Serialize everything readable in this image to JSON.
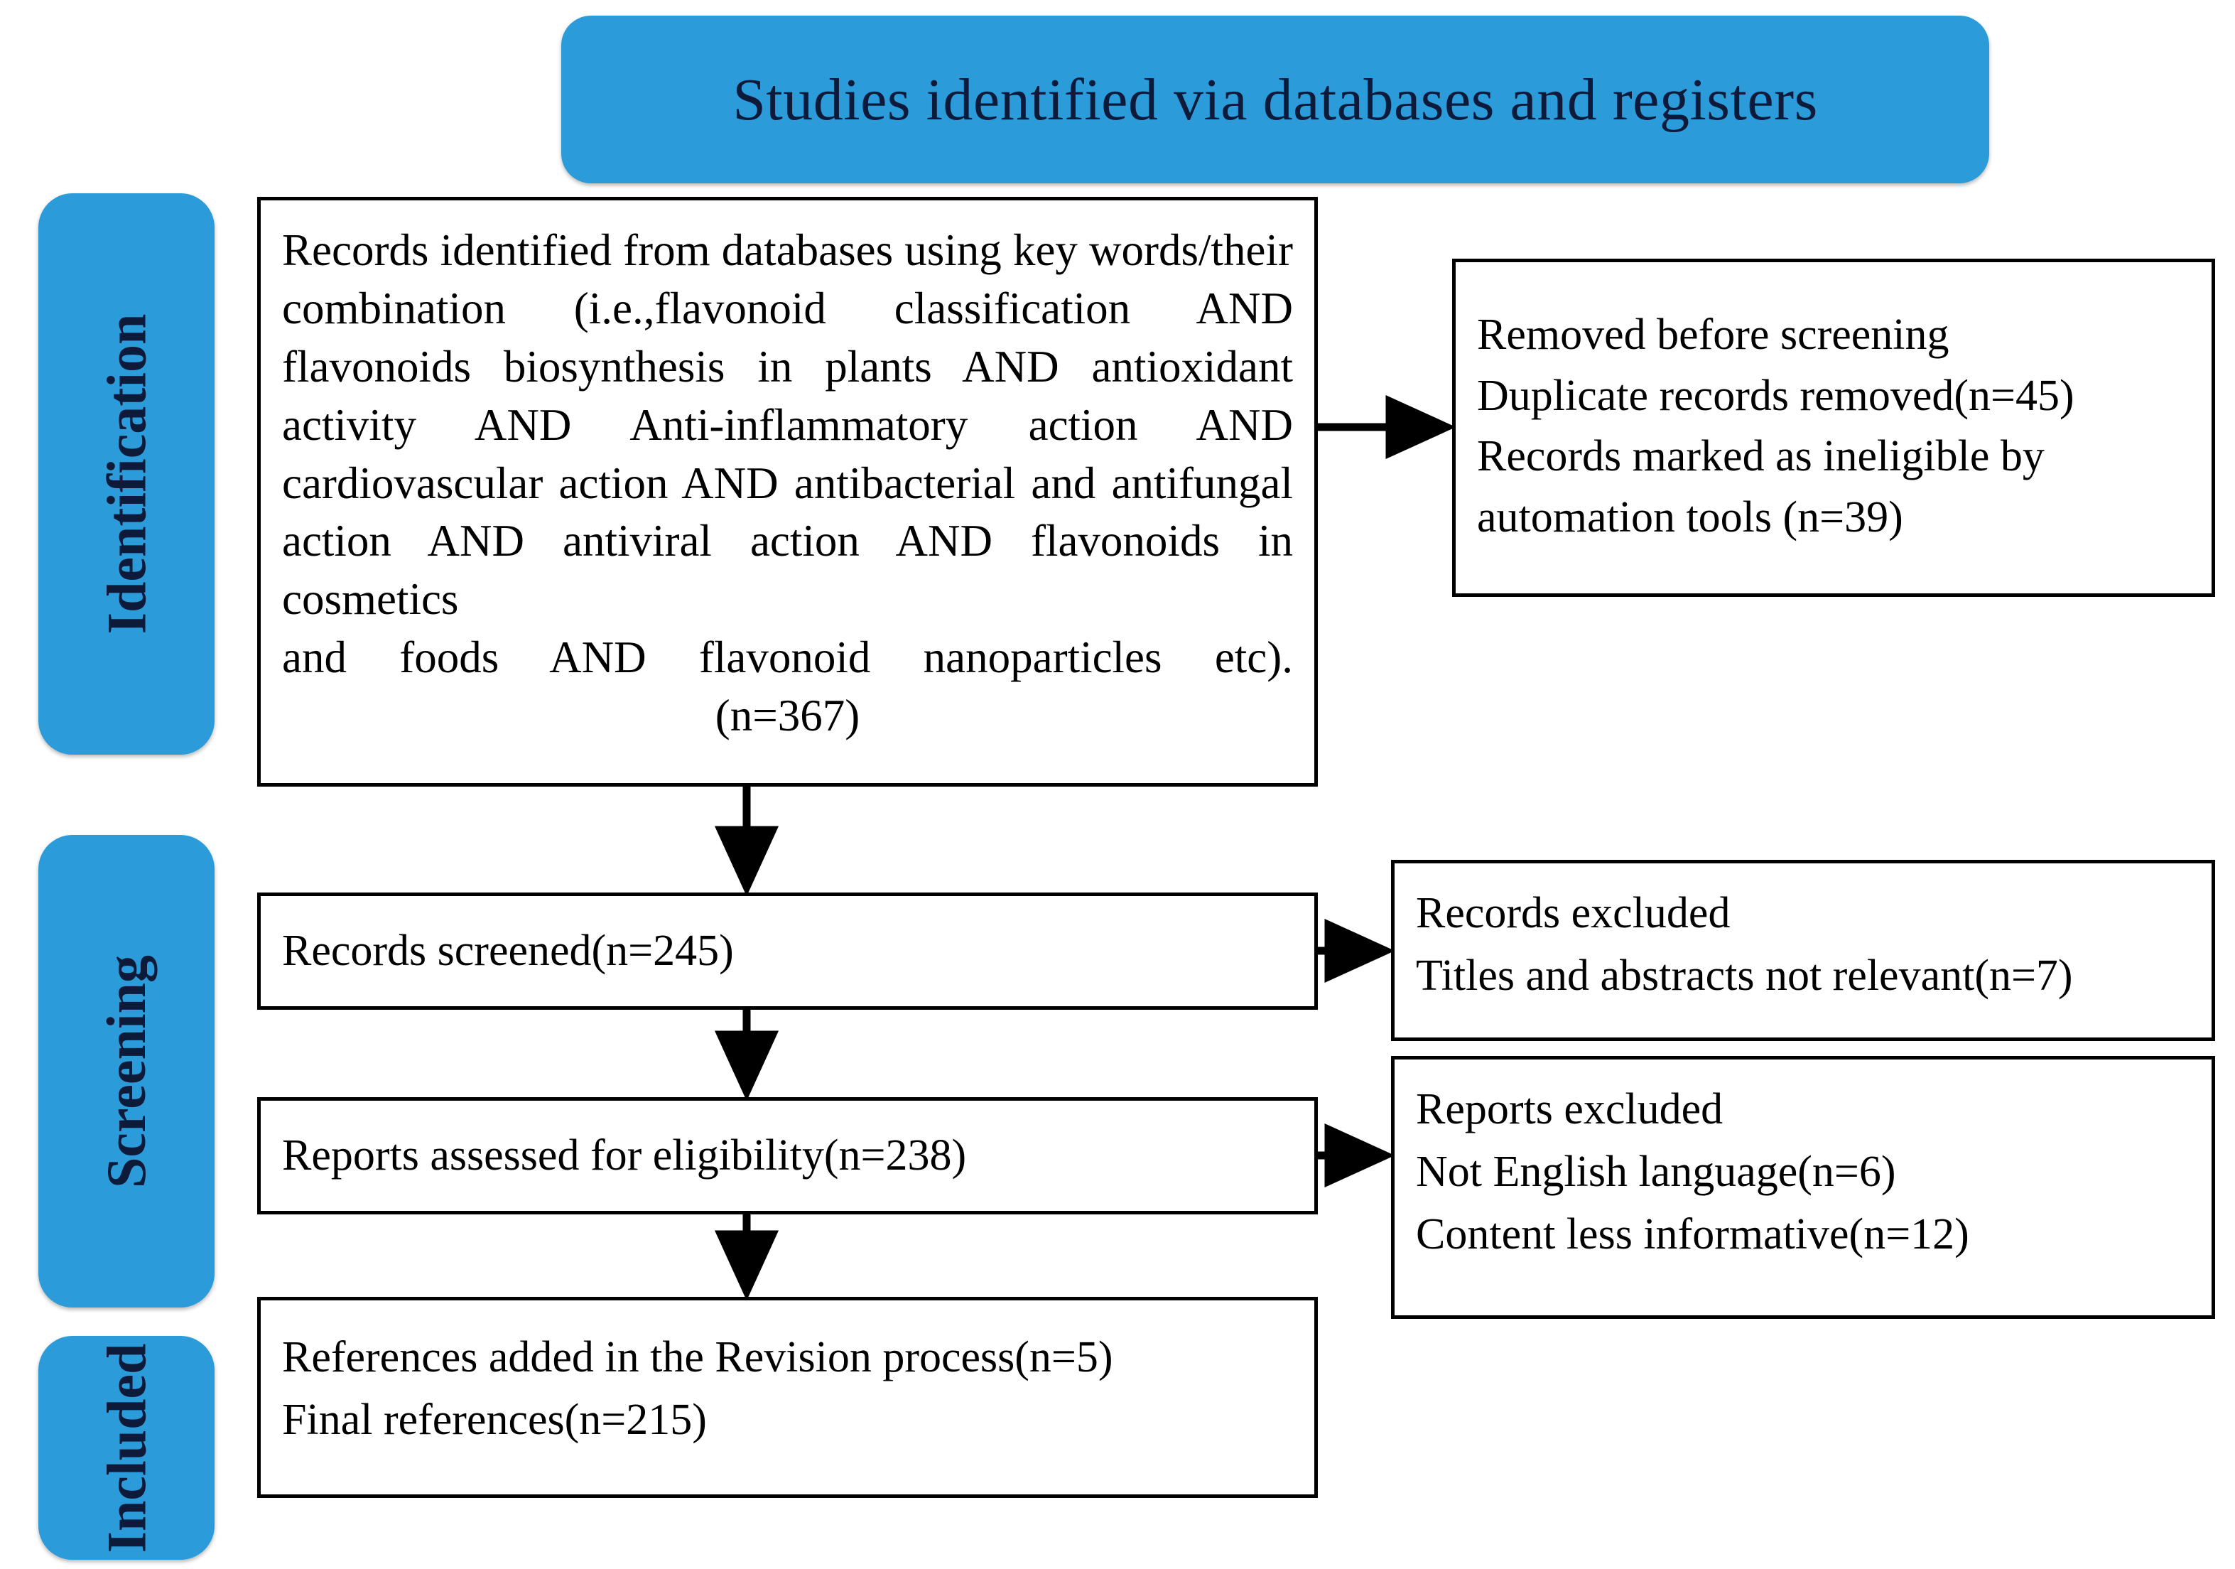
{
  "title_banner": {
    "text": "Studies identified via databases and registers"
  },
  "stages": [
    {
      "key": "identification",
      "label": "Identification"
    },
    {
      "key": "screening",
      "label": "Screening"
    },
    {
      "key": "included",
      "label": "Included"
    }
  ],
  "boxes": {
    "identified": {
      "body": "Records identified from databases using key words/their combination (i.e.,flavonoid classification AND flavonoids biosynthesis in plants AND antioxidant activity AND Anti-inflammatory action AND cardiovascular action AND antibacterial and antifungal action AND antiviral action AND flavonoids in cosmetics and foods AND flavonoid nanoparticles etc).",
      "body_head": "Records identified from databases using key words/their combination (i.e.,flavonoid classification AND flavonoids biosynthesis in plants AND antioxidant activity AND Anti-inflammatory action AND cardiovascular action AND antibacterial and antifungal action AND antiviral action AND flavonoids in cosmetics",
      "body_tail": "and foods AND flavonoid nanoparticles etc).",
      "count": "(n=367)",
      "n": 367
    },
    "removed": {
      "line1": "Removed before screening",
      "line2": "Duplicate records removed(n=45)",
      "line3": "Records marked as ineligible  by",
      "line4": "automation tools (n=39)",
      "n_duplicates": 45,
      "n_ineligible": 39
    },
    "screened": {
      "line1": "Records screened(n=245)",
      "n": 245
    },
    "records_excluded": {
      "line1": "Records excluded",
      "line2": "Titles  and abstracts not relevant(n=7)",
      "n": 7
    },
    "assessed": {
      "line1": "Reports assessed for eligibility(n=238)",
      "n": 238
    },
    "reports_excluded": {
      "line1": "Reports excluded",
      "line2": "Not English  language(n=6)",
      "line3": "Content less informative(n=12)",
      "n_not_english": 6,
      "n_less_informative": 12
    },
    "included": {
      "line1": "References added in the Revision process(n=5)",
      "line2": "Final references(n=215)",
      "n_added": 5,
      "n_final": 215
    }
  },
  "colors": {
    "banner_blue": "#2b9bd9",
    "banner_text": "#0d1a3a",
    "box_border": "#000000",
    "box_fill": "#ffffff",
    "arrow": "#000000",
    "page_background": "#ffffff"
  },
  "flow": {
    "arrows": [
      {
        "name": "identified-to-removed",
        "direction": "right"
      },
      {
        "name": "identified-to-screened",
        "direction": "down"
      },
      {
        "name": "screened-to-excluded",
        "direction": "right"
      },
      {
        "name": "screened-to-assessed",
        "direction": "down"
      },
      {
        "name": "assessed-to-excluded",
        "direction": "right"
      },
      {
        "name": "assessed-to-included",
        "direction": "down"
      }
    ]
  }
}
